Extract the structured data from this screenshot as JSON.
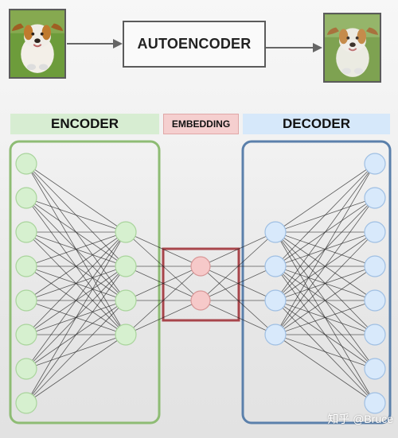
{
  "top": {
    "autoencoder_label": "AUTOENCODER"
  },
  "sections": {
    "encoder": "ENCODER",
    "embedding": "EMBEDDING",
    "decoder": "DECODER"
  },
  "network": {
    "layer_sizes": [
      8,
      4,
      2,
      4,
      8
    ],
    "colors": {
      "encoder_fill": "#d6f0cf",
      "encoder_stroke": "#a9d49c",
      "embedding_fill": "#f6c9c9",
      "embedding_stroke": "#d89898",
      "decoder_fill": "#d8e9fb",
      "decoder_stroke": "#9fbfe3",
      "encoder_box": "#8ebc74",
      "embedding_box": "#a8454b",
      "decoder_box": "#5b80ab",
      "edge": "#222222"
    }
  },
  "watermark": "知乎 @Bruce"
}
